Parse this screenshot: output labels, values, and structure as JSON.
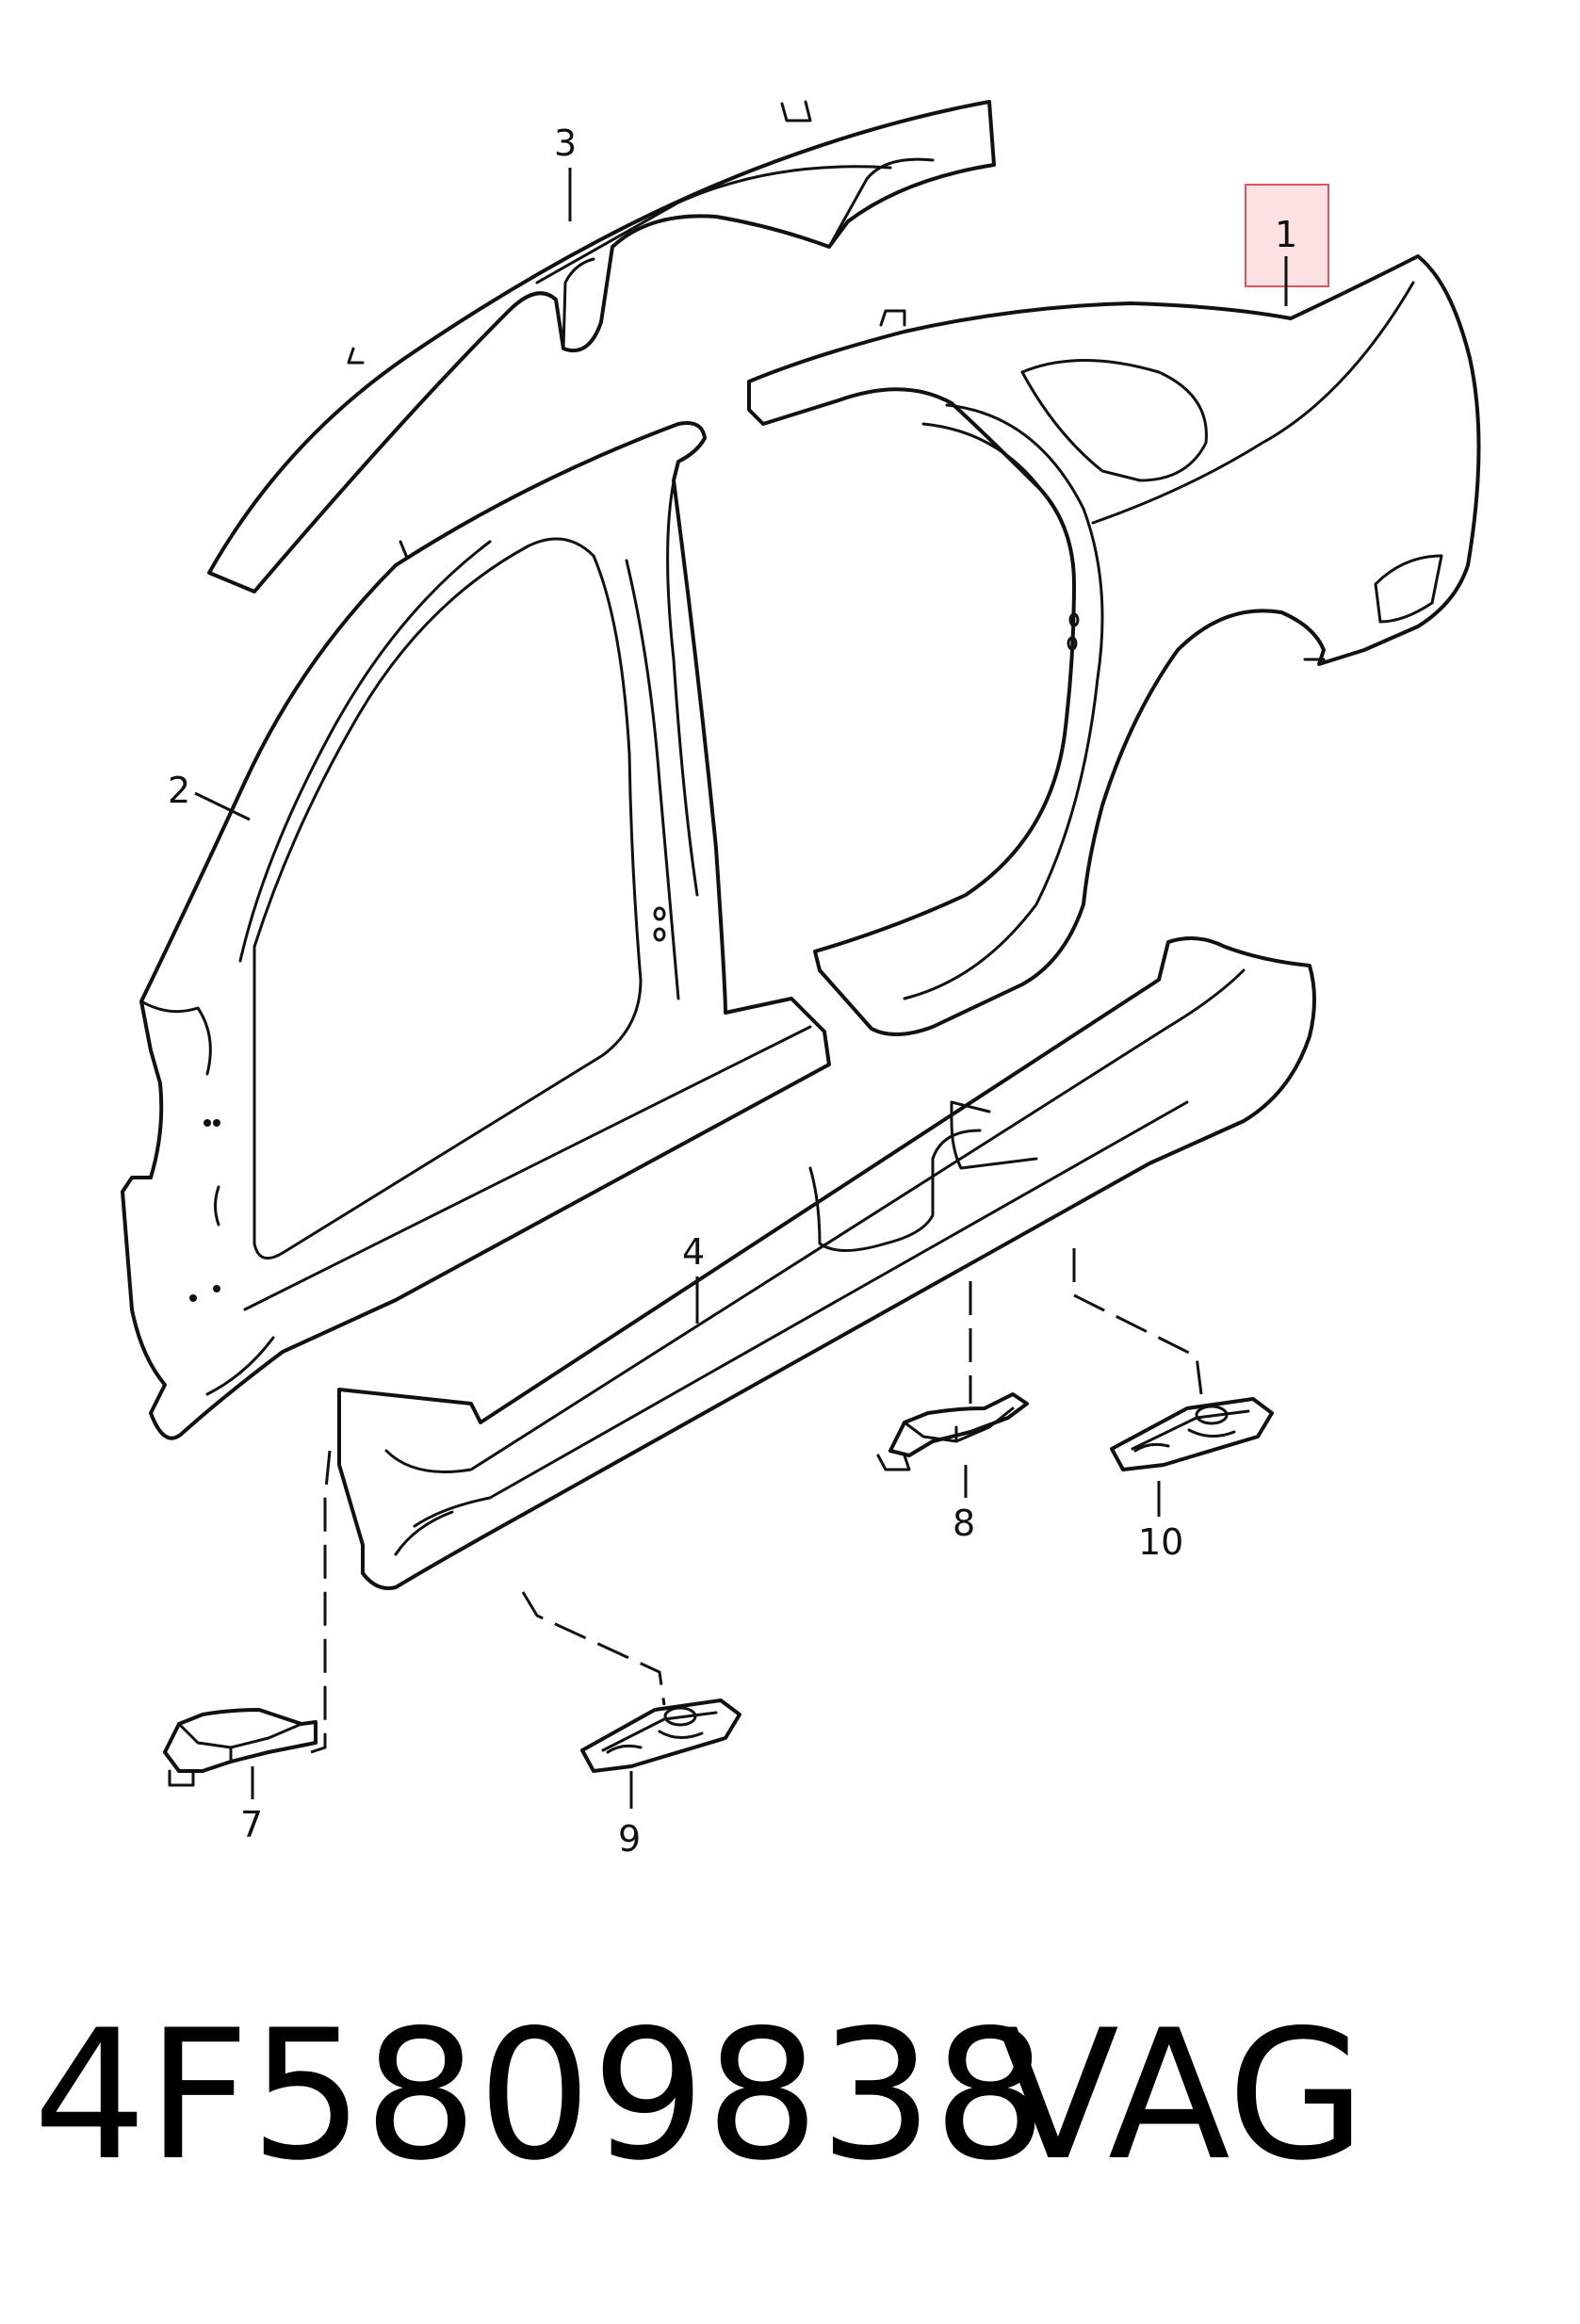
{
  "diagram": {
    "highlight_color": "#e0545f",
    "callouts": {
      "c1": "1",
      "c2": "2",
      "c3": "3",
      "c4": "4",
      "c7": "7",
      "c8": "8",
      "c9": "9",
      "c10": "10"
    },
    "highlighted_callout": "1"
  },
  "caption": {
    "part_number": "4F5809838",
    "brand": "VAG"
  }
}
